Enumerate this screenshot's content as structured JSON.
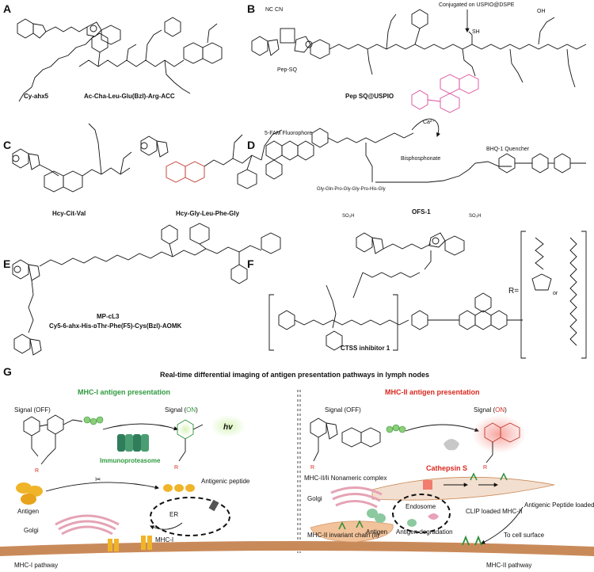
{
  "panels": {
    "A": {
      "letter": "A",
      "compounds": [
        "Cy-ahx5",
        "Ac-Cha-Leu-Glu(Bzl)-Arg-ACC"
      ]
    },
    "B": {
      "letter": "B",
      "note": "Conjugated on USPIO@DSPE",
      "small_label": "Pep-SQ",
      "compound": "Pep SQ@USPIO",
      "cn_label": "NC CN",
      "sh_label": "SH",
      "cooh_label": "OH"
    },
    "C": {
      "letter": "C",
      "compounds": [
        "Hcy-Cit-Val",
        "Hcy-Gly-Leu-Phe-Gly"
      ]
    },
    "D": {
      "letter": "D",
      "fluorophore": "5-FAM Fluorophore",
      "ion": "Ca²⁺",
      "bisphosphonate": "Bisphosphonate",
      "quencher": "BHQ-1 Quencher",
      "peptide": "Gly-Gln-Pro-Gly-Gly-Pro-His-Gly",
      "compound": "OFS-1"
    },
    "E": {
      "letter": "E",
      "compound": "MP-cL3",
      "full_name": "Cy5-6-ahx-His-ᴅThr-Phe(F5)-Cys(Bzl)-AOMK"
    },
    "F": {
      "letter": "F",
      "compound": "CTSS inhibitor 1",
      "r_label": "R=",
      "or_label": "or",
      "sulfo_label": "SO₃H"
    },
    "G": {
      "letter": "G",
      "title": "Real-time differential imaging of antigen presentation pathways in lymph nodes",
      "mhc1": {
        "header": "MHC-I antigen presentation",
        "signal_off": "Signal (OFF)",
        "signal_on_prefix": "Signal (",
        "signal_on_word": "ON",
        "signal_on_suffix": ")",
        "hv": "hv",
        "proteasome": "Immunoproteasome",
        "antigen": "Antigen",
        "antigenic_peptide": "Antigenic\npeptide",
        "er": "ER",
        "golgi": "Golgi",
        "mhc": "MHC-I",
        "pathway": "MHC-I pathway",
        "r_label": "R"
      },
      "mhc2": {
        "header": "MHC-II antigen presentation",
        "signal_off": "Signal (OFF)",
        "signal_on_prefix": "Signal (",
        "signal_on_word": "ON",
        "signal_on_suffix": ")",
        "cathepsin": "Cathepsin S",
        "nonameric": "MHC-II/Ii Nonameric complex",
        "golgi": "Golgi",
        "endosome": "Endosome",
        "clip": "CLIP\nloaded MHC-II",
        "antigenic_peptide": "Antigenic Peptide\nloaded MHC-II",
        "to_surface": "To cell\nsurface",
        "invariant": "MHC-II invariant chain (Ii)",
        "antigen": "Antigen",
        "degradation": "Antigen degradation",
        "pathway": "MHC-II pathway",
        "r_label": "R"
      }
    }
  },
  "colors": {
    "green": "#2f9a3f",
    "red": "#d9281f",
    "membrane": "#c98a5a",
    "antigen": "#f0b429",
    "mhc_green": "#8cc9a0",
    "er_pink": "#e5a3b5"
  }
}
